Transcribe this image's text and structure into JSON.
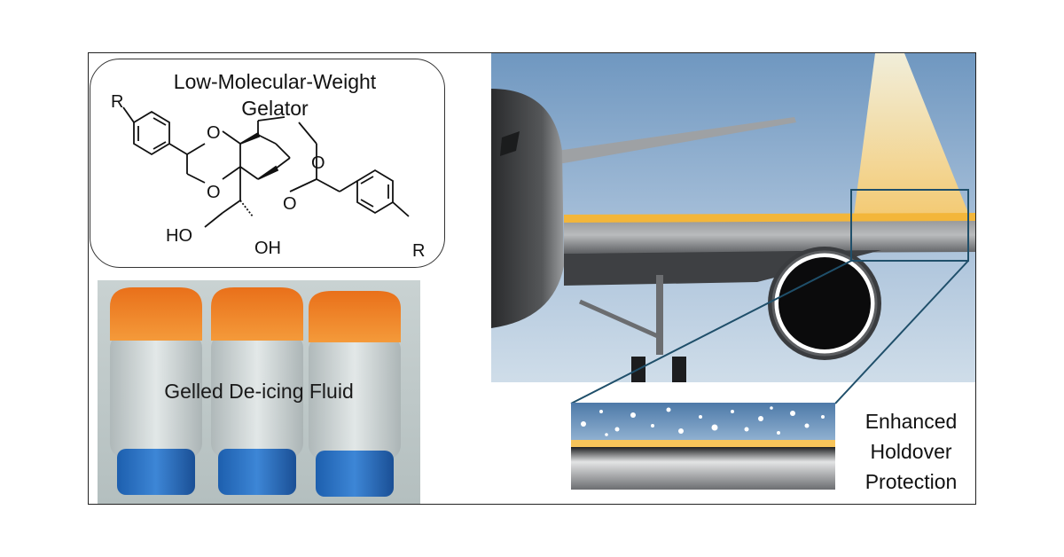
{
  "structure": {
    "title_line1": "Low-Molecular-Weight",
    "title_line2": "Gelator",
    "atoms": {
      "r_top": "R",
      "r_bottom": "R",
      "o1": "O",
      "o2": "O",
      "o3": "O",
      "o4": "O",
      "ho": "HO",
      "oh": "OH"
    }
  },
  "photo": {
    "label": "Gelled De-icing Fluid"
  },
  "inset": {
    "label_line1": "Enhanced",
    "label_line2": "Holdover",
    "label_line3": "Protection"
  },
  "colors": {
    "gel_orange": "#f07d1a",
    "sky_top": "#7ea3c8",
    "sky_bottom": "#c8d8e8",
    "fuselage": "#3b3d40",
    "gel_layer": "#f7c45a",
    "zoom_line": "#1f4f6a"
  }
}
